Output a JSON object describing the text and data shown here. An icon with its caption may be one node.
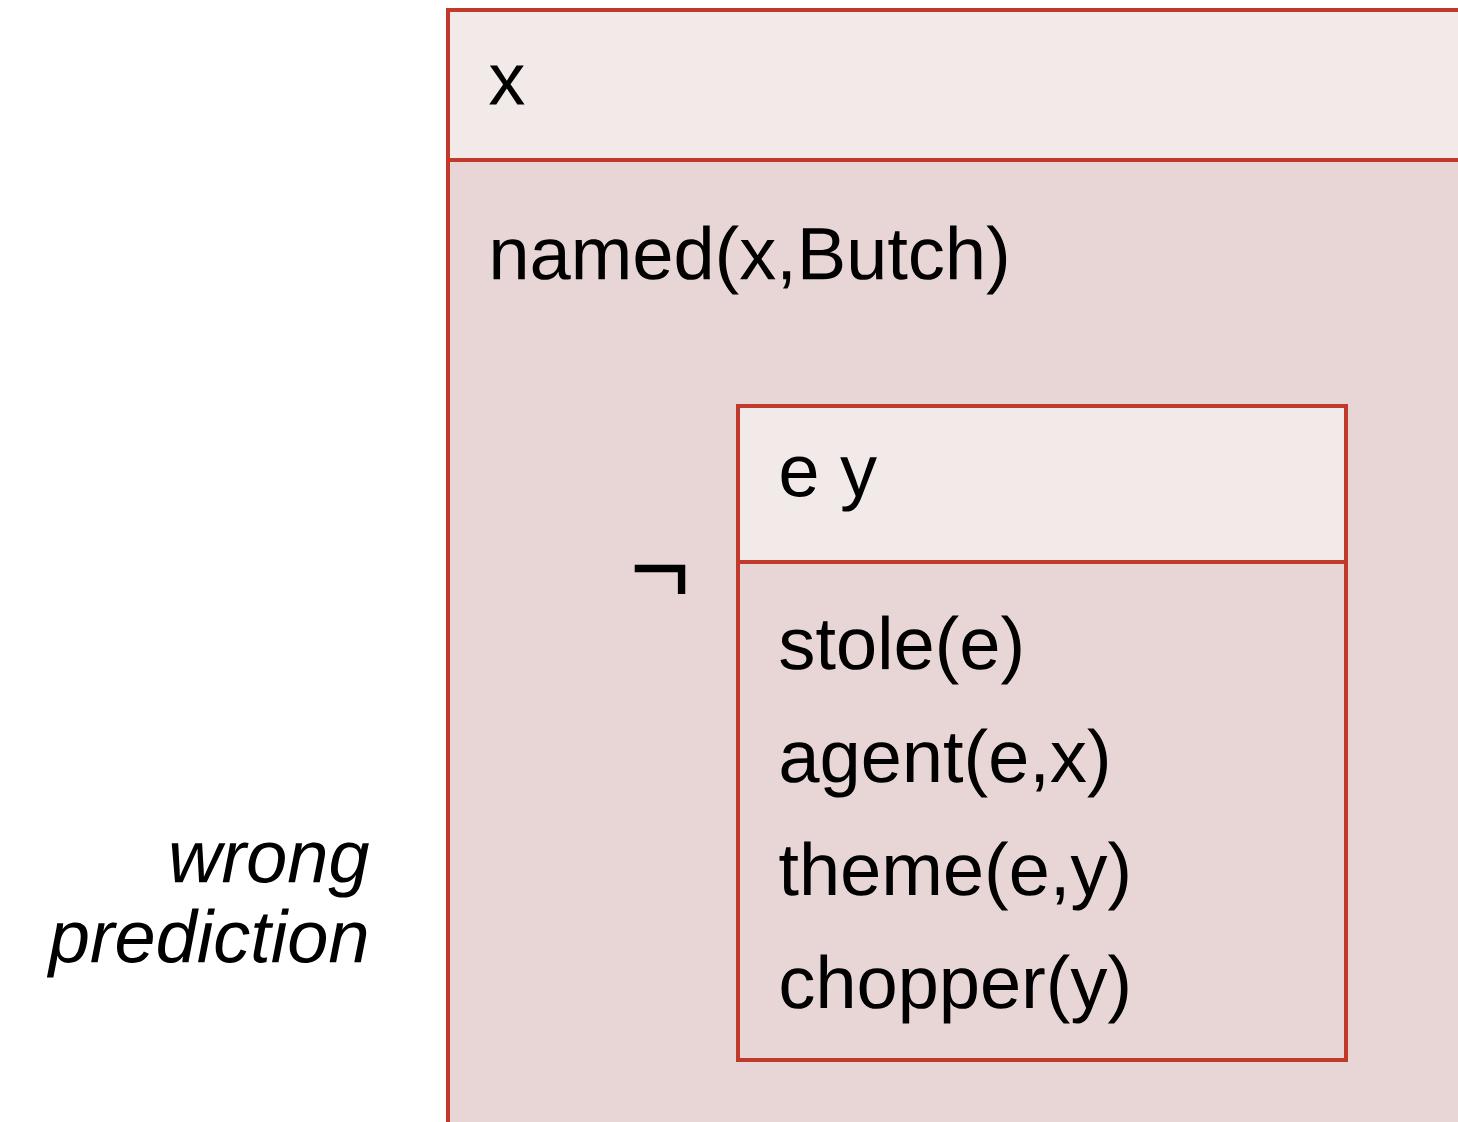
{
  "diagram": {
    "nodes": [
      {
        "text": [
          "x",
          "named(x,Butch)"
        ]
      },
      {
        "text": [
          "e y",
          "stole(e)",
          "agent(e,x)",
          "theme(e,y)",
          "chopper(y)"
        ],
        "beside": [
          "¬"
        ],
        "in": 0
      }
    ],
    "labels": [
      "wrong prediction"
    ]
  }
}
